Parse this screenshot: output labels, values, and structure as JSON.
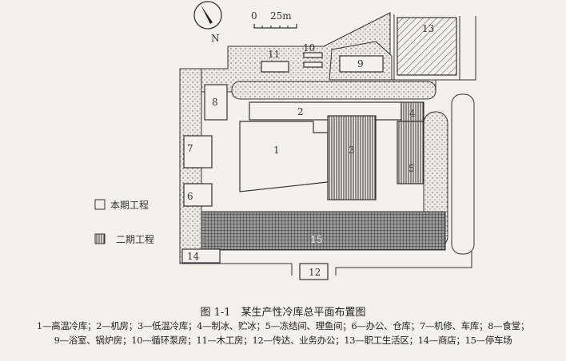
{
  "figure": {
    "title": "图 1-1　某生产性冷库总平面布置图",
    "description_line1": "1—高温冷库；2—机房；3—低温冷库；4—制冰、贮冰；5—冻结间、理鱼间；6—办公、仓库；7—机修、车库；8—食堂；",
    "description_line2": "9—浴室、锅炉房；10—循环泵房；11—木工房；12—传达、业务办公；13—职工生活区；14—商店；15—停车场"
  },
  "compass": {
    "north_label": "N"
  },
  "scale_bar": {
    "start": "0",
    "end": "25m"
  },
  "legend": {
    "phase1": "本期工程",
    "phase2": "二期工程"
  },
  "buildings": {
    "b1": "1",
    "b2": "2",
    "b3": "3",
    "b4": "4",
    "b5": "5",
    "b6": "6",
    "b7": "7",
    "b8": "8",
    "b9": "9",
    "b10": "10",
    "b11": "11",
    "b12": "12",
    "b13": "13",
    "b14": "14",
    "b15": "15"
  }
}
